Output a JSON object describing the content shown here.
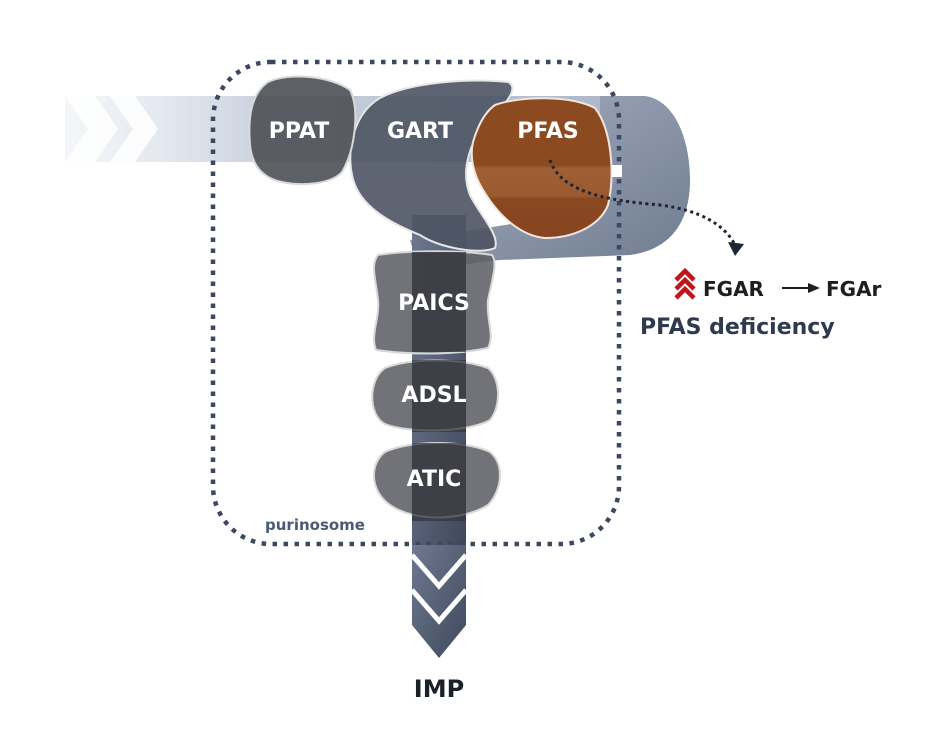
{
  "diagram": {
    "title": "Purinosome pathway with PFAS deficiency",
    "complex_label": "purinosome",
    "enzymes": [
      {
        "id": "ppat",
        "label": "PPAT",
        "color": "#4f5258"
      },
      {
        "id": "gart",
        "label": "GART",
        "color": "#4c5362"
      },
      {
        "id": "pfas",
        "label": "PFAS",
        "color": "#8a4a22"
      },
      {
        "id": "paics",
        "label": "PAICS",
        "color": "#5e6066"
      },
      {
        "id": "adsl",
        "label": "ADSL",
        "color": "#5e6066"
      },
      {
        "id": "atic",
        "label": "ATIC",
        "color": "#5e6066"
      }
    ],
    "product_label": "IMP",
    "deficiency": {
      "substrate": "FGAR",
      "product": "FGAr",
      "title": "PFAS deficiency",
      "indicator": "increase-chevrons-icon",
      "indicator_color": "#c0161b"
    },
    "colors": {
      "flow_band": "#b8c2d3",
      "flow_band_dark": "#7d889b",
      "dotted_border": "#3b4860",
      "product_arrow": "#4b566b"
    }
  }
}
